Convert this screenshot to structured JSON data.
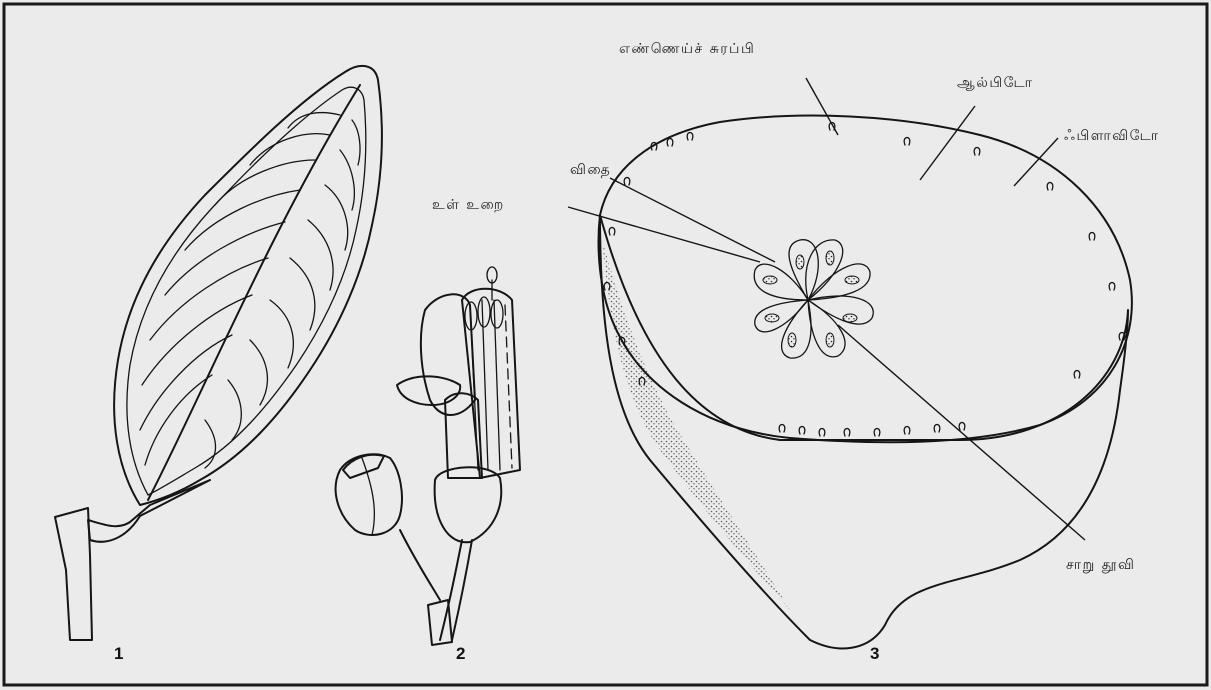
{
  "figure_numbers": {
    "leaf": "1",
    "flower": "2",
    "fruit": "3"
  },
  "labels": {
    "oil_gland": "எண்ணெய்ச் சுரப்பி",
    "albedo": "ஆல்பிடோ",
    "flavedo": "ஃபிளாவிடோ",
    "seed": "விதை",
    "endocarp": "உள் உறை",
    "juice_vesicle": "சாறு தூவி"
  }
}
